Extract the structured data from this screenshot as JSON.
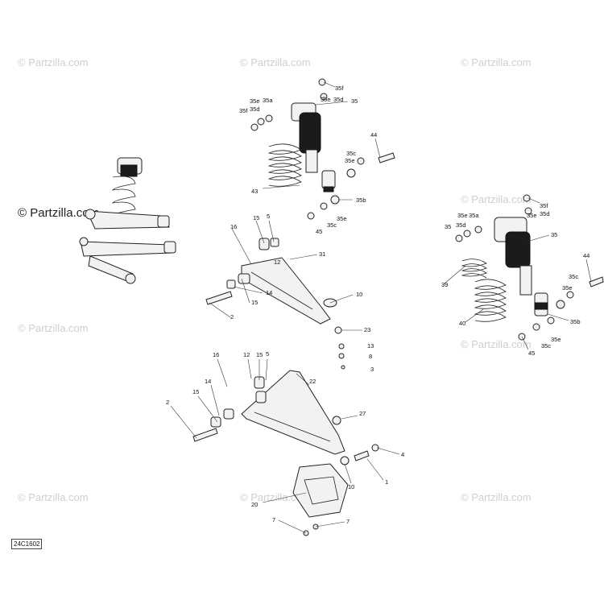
{
  "watermark": {
    "text": "© Partzilla.com",
    "main_text": "© Partzilla.com"
  },
  "diagram_code": "24C1602",
  "labels": {
    "l35f_top": "35f",
    "l35e_top": "35e",
    "l35d_top": "35d",
    "l35_top": "35",
    "l35e_a": "35e",
    "l35a_a": "35a",
    "l35f_a": "35f",
    "l35d_a": "35d",
    "l44_top": "44",
    "l35c_top": "35c",
    "l35e_mid": "35e",
    "l43": "43",
    "l35b_top": "35b",
    "l35e_low": "35e",
    "l35c_low": "35c",
    "l45_top": "45",
    "l15_a": "15",
    "l5_a": "5",
    "l16_a": "16",
    "l12_a": "12",
    "l31": "31",
    "l14_a": "14",
    "l15_b": "15",
    "l10_a": "10",
    "l2_a": "2",
    "l23": "23",
    "l13": "13",
    "l8": "8",
    "l3": "3",
    "l16_b": "16",
    "l12_b": "12",
    "l15_c": "15",
    "l5_b": "5",
    "l22": "22",
    "l14_b": "14",
    "l15_d": "15",
    "l2_b": "2",
    "l27": "27",
    "l4": "4",
    "l1": "1",
    "l10_b": "10",
    "l20": "20",
    "l7_a": "7",
    "l7_b": "7",
    "r35f": "35f",
    "r35e_a": "35e",
    "r35a": "35a",
    "r35e_b": "35e",
    "r35d": "35d",
    "r35d_b": "35d",
    "r35": "35",
    "r35_b": "35",
    "r44": "44",
    "r39": "39",
    "r35c": "35c",
    "r35e_c": "35e",
    "r40": "40",
    "r35b": "35b",
    "r35e_d": "35e",
    "r35c_b": "35c",
    "r45": "45"
  }
}
